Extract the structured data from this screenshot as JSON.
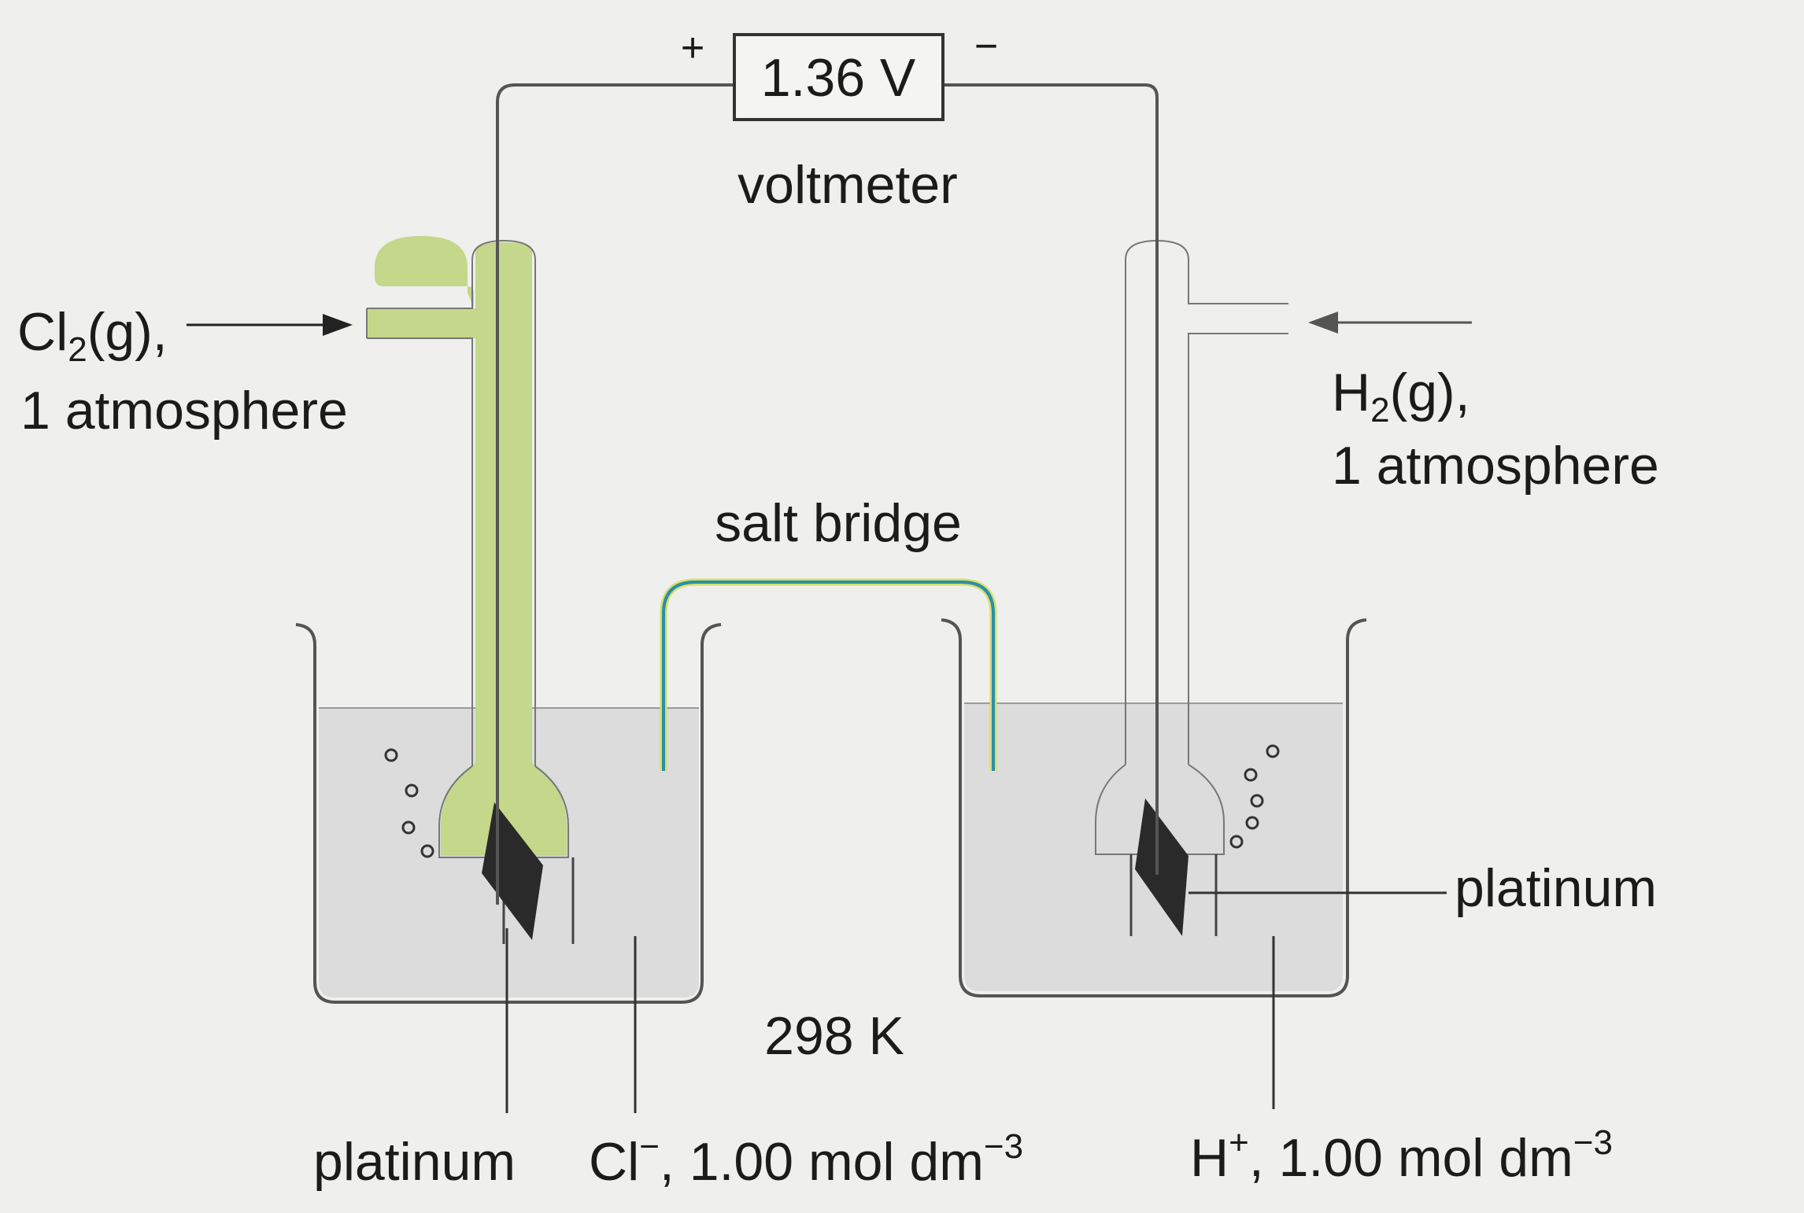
{
  "voltmeter": {
    "reading": "1.36 V",
    "label": "voltmeter",
    "plus_sign": "+",
    "minus_sign": "−"
  },
  "left_half_cell": {
    "gas_main": "Cl",
    "gas_sub": "2",
    "gas_end": "(g),",
    "pressure": "1 atmosphere",
    "electrode": "platinum",
    "ion": "Cl",
    "ion_sup": "−",
    "ion_conc": ", 1.00 mol dm",
    "ion_conc_sup": "−3"
  },
  "right_half_cell": {
    "gas_main": "H",
    "gas_sub": "2",
    "gas_end": "(g),",
    "pressure": "1 atmosphere",
    "electrode": "platinum",
    "ion": "H",
    "ion_sup": "+",
    "ion_conc": ", 1.00 mol dm",
    "ion_conc_sup": "−3"
  },
  "salt_bridge_label": "salt bridge",
  "temperature": "298 K",
  "colors": {
    "chlorine_gas": "#c5d78a",
    "solution": "#dcdcdc",
    "salt_bridge_outer": "#d4e06a",
    "salt_bridge_inner": "#2b8fa8",
    "platinum": "#2a2a2a"
  }
}
